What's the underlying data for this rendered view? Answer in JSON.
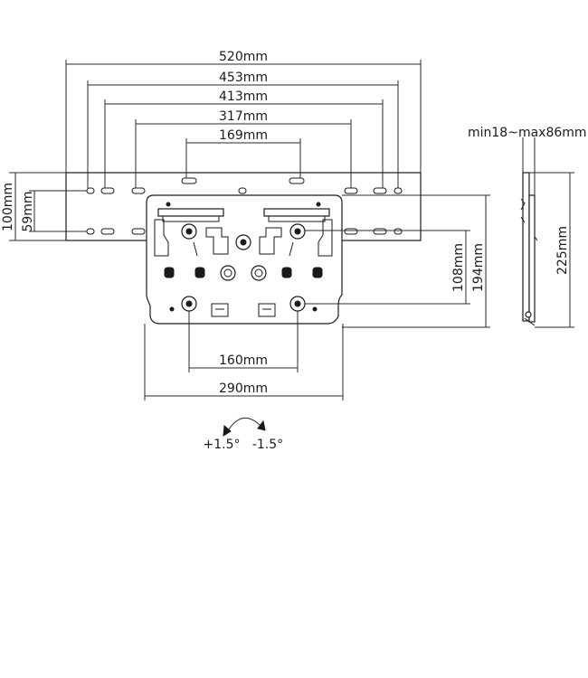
{
  "dimensions": {
    "w520": "520mm",
    "w453": "453mm",
    "w413": "413mm",
    "w317": "317mm",
    "w169": "169mm",
    "h100": "100mm",
    "h59": "59mm",
    "h108": "108mm",
    "h194": "194mm",
    "w160": "160mm",
    "w290": "290mm",
    "depth": "min18~max86mm",
    "h225": "225mm"
  },
  "tilt": {
    "positive": "+1.5°",
    "negative": "-1.5°"
  }
}
